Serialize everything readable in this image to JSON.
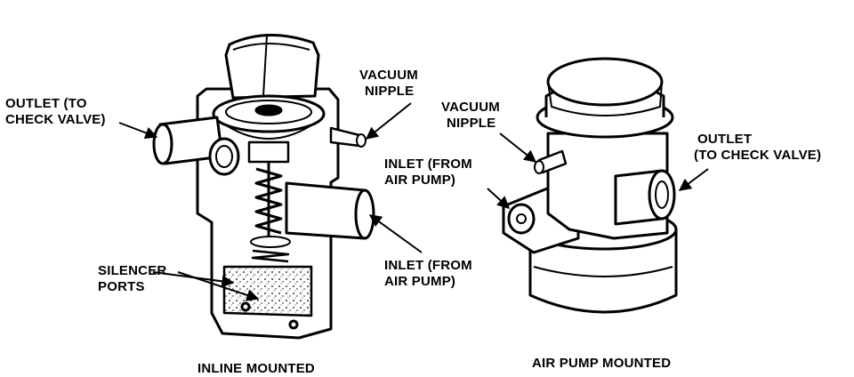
{
  "colors": {
    "ink": "#000000",
    "paper": "#ffffff"
  },
  "inline_valve": {
    "outlet_label": [
      "OUTLET (TO",
      "CHECK VALVE)"
    ],
    "vacuum_label": [
      "VACUUM",
      "NIPPLE"
    ],
    "inlet_label": [
      "INLET (FROM",
      "AIR PUMP)"
    ],
    "silencer_label": [
      "SILENCER",
      "PORTS"
    ],
    "caption": "INLINE MOUNTED"
  },
  "pump_valve": {
    "vacuum_label": [
      "VACUUM",
      "NIPPLE"
    ],
    "inlet_label": [
      "INLET (FROM",
      "AIR PUMP)"
    ],
    "outlet_label": [
      "OUTLET",
      "(TO CHECK VALVE)"
    ],
    "caption": "AIR PUMP MOUNTED"
  }
}
